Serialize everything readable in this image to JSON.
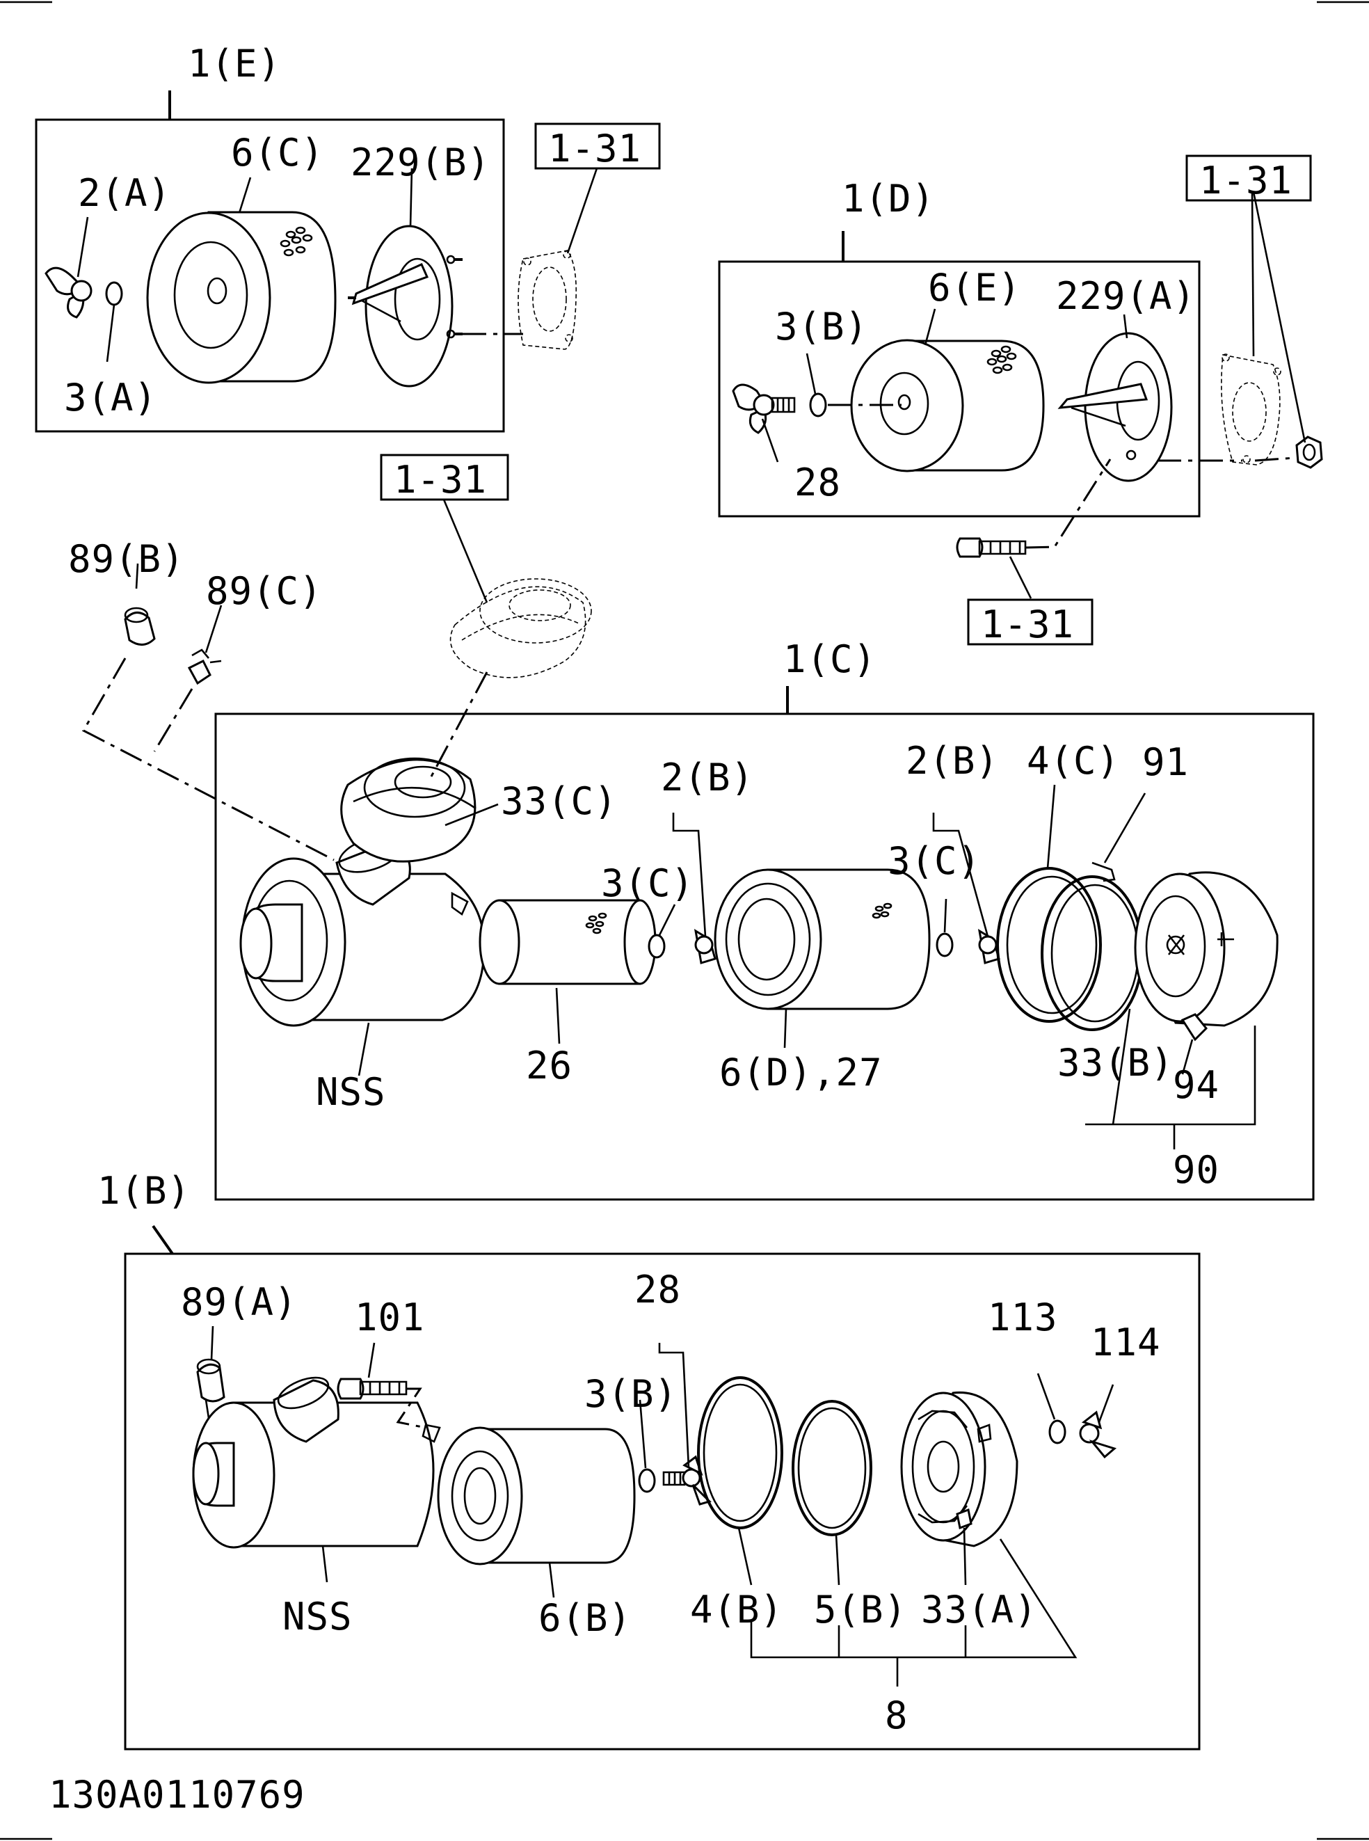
{
  "diagram_code": "130A0110769",
  "groups": {
    "e": {
      "label": "1(E)"
    },
    "d": {
      "label": "1(D)"
    },
    "c": {
      "label": "1(C)"
    },
    "b": {
      "label": "1(B)"
    }
  },
  "refs": {
    "e_box": "1-31",
    "d_box": "1-31",
    "d_bolt": "1-31",
    "cover": "1-31"
  },
  "callouts": {
    "e_2a": "2(A)",
    "e_6c": "6(C)",
    "e_229b": "229(B)",
    "e_3a": "3(A)",
    "d_3b": "3(B)",
    "d_6e": "6(E)",
    "d_229a": "229(A)",
    "d_28": "28",
    "p89b": "89(B)",
    "p89c": "89(C)",
    "c_33c": "33(C)",
    "c_2b1": "2(B)",
    "c_3c1": "3(C)",
    "c_2b2": "2(B)",
    "c_3c2": "3(C)",
    "c_4c": "4(C)",
    "c_91": "91",
    "c_nss": "NSS",
    "c_26": "26",
    "c_6d27": "6(D),27",
    "c_33b": "33(B)",
    "c_94": "94",
    "c_90": "90",
    "b_89a": "89(A)",
    "b_101": "101",
    "b_28": "28",
    "b_3b": "3(B)",
    "b_113": "113",
    "b_114": "114",
    "b_nss": "NSS",
    "b_6b": "6(B)",
    "b_4b": "4(B)",
    "b_5b": "5(B)",
    "b_33a": "33(A)",
    "b_8": "8"
  }
}
